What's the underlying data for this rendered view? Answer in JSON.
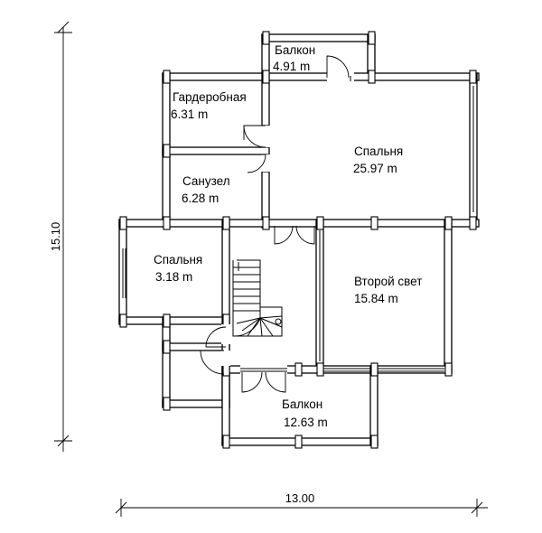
{
  "rooms": {
    "balcony_top": {
      "name": "Балкон",
      "area": "4.91 m"
    },
    "wardrobe": {
      "name": "Гардеробная",
      "area": "6.31 m"
    },
    "bedroom_large": {
      "name": "Спальня",
      "area": "25.97 m"
    },
    "bathroom": {
      "name": "Санузел",
      "area": "6.28 m"
    },
    "bedroom_small": {
      "name": "Спальня",
      "area": "3.18 m"
    },
    "second_light": {
      "name": "Второй свет",
      "area": "15.84 m"
    },
    "balcony_bottom": {
      "name": "Балкон",
      "area": "12.63 m"
    }
  },
  "dimensions": {
    "width": "13.00",
    "height": "15.10"
  }
}
